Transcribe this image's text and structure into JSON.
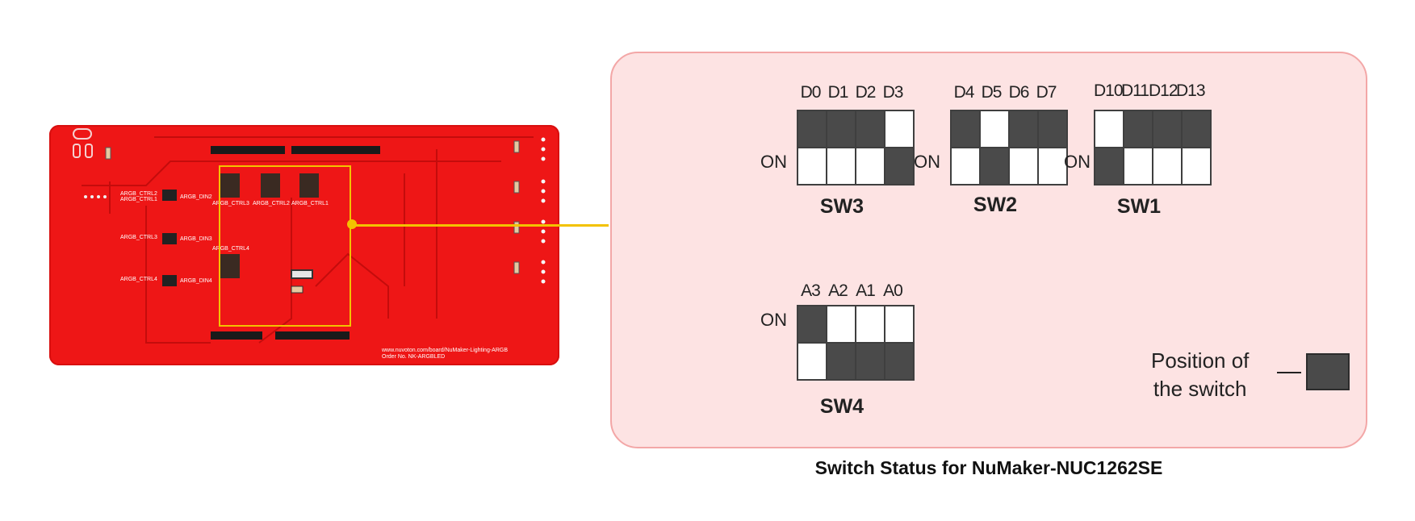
{
  "board": {
    "labels": {
      "argb_ctrl2": "ARGB_CTRL2",
      "argb_ctrl1": "ARGB_CTRL1",
      "argb_din2": "ARGB_DIN2",
      "argb_ctrl3": "ARGB_CTRL3",
      "argb_din3": "ARGB_DIN3",
      "argb_ctrl4": "ARGB_CTRL4",
      "argb_din4": "ARGB_DIN4",
      "sw_ctrl3": "ARGB_CTRL3",
      "sw_ctrl2": "ARGB_CTRL2",
      "sw_ctrl1": "ARGB_CTRL1",
      "sw_ctrl4": "ARGB_CTRL4",
      "url": "www.nuvoton.com/board/NuMaker-Lighting-ARGB",
      "order": "Order No. NK-ARGBLED"
    },
    "colors": {
      "pcb": "#ee1616",
      "highlight": "#f3c200"
    }
  },
  "panel": {
    "on_label": "ON",
    "colors": {
      "on_cell": "#4a4a4a",
      "off_cell": "#ffffff",
      "background": "#fde3e3",
      "border": "#f3a7a7"
    },
    "switches": [
      {
        "name": "SW3",
        "pins": [
          "D0",
          "D1",
          "D2",
          "D3"
        ],
        "on": [
          true,
          true,
          true,
          false
        ]
      },
      {
        "name": "SW2",
        "pins": [
          "D4",
          "D5",
          "D6",
          "D7"
        ],
        "on": [
          true,
          false,
          true,
          true
        ]
      },
      {
        "name": "SW1",
        "pins": [
          "D10",
          "D11",
          "D12",
          "D13"
        ],
        "on": [
          false,
          true,
          true,
          true
        ]
      },
      {
        "name": "SW4",
        "pins": [
          "A3",
          "A2",
          "A1",
          "A0"
        ],
        "on": [
          true,
          false,
          false,
          false
        ]
      }
    ],
    "legend": {
      "line1": "Position of",
      "line2": "the switch"
    }
  },
  "caption": "Switch Status for NuMaker-NUC1262SE"
}
